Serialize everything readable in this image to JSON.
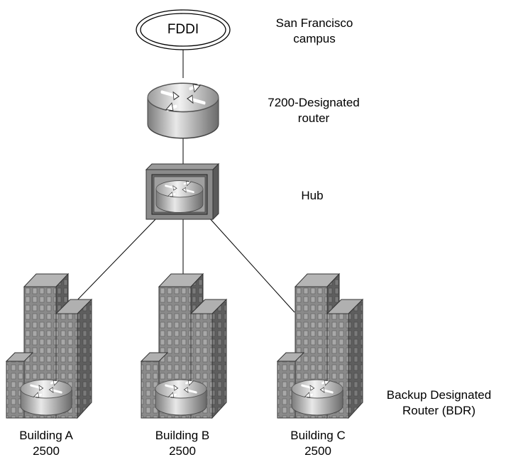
{
  "fddi": {
    "label": "FDDI"
  },
  "labels": {
    "campus_line1": "San Francisco",
    "campus_line2": "campus",
    "router_line1": "7200-Designated",
    "router_line2": "router",
    "hub": "Hub",
    "bdr_line1": "Backup Designated",
    "bdr_line2": "Router (BDR)"
  },
  "buildings": [
    {
      "name": "Building A",
      "model": "2500"
    },
    {
      "name": "Building B",
      "model": "2500"
    },
    {
      "name": "Building C",
      "model": "2500"
    }
  ]
}
